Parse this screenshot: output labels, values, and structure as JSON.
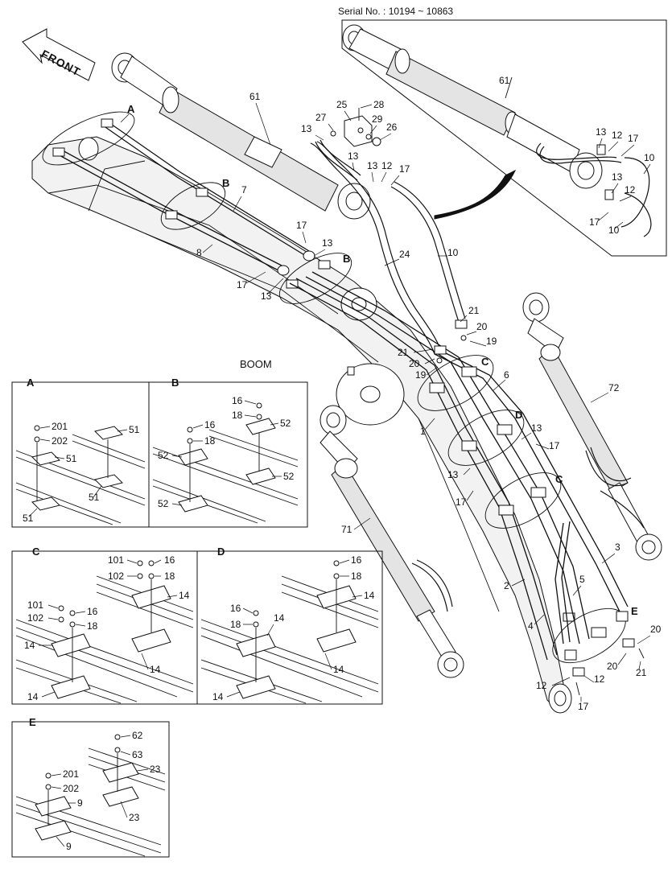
{
  "serial": "Serial No. : 10194 ~ 10863",
  "front_label": "FRONT",
  "boom_label": "BOOM",
  "callouts": [
    "1",
    "2",
    "3",
    "4",
    "5",
    "6",
    "7",
    "8",
    "9",
    "10",
    "12",
    "13",
    "16",
    "17",
    "18",
    "19",
    "20",
    "21",
    "24",
    "25",
    "26",
    "27",
    "28",
    "29",
    "51",
    "52",
    "61",
    "62",
    "63",
    "71",
    "72",
    "101",
    "102",
    "201",
    "202",
    "23",
    "14",
    "A",
    "B",
    "C",
    "D",
    "E"
  ],
  "details": [
    {
      "title": "A",
      "labels": [
        "201",
        "202",
        "51",
        "51",
        "51",
        "51"
      ]
    },
    {
      "title": "B",
      "labels": [
        "16",
        "18",
        "52",
        "16",
        "18",
        "52",
        "52",
        "52"
      ]
    },
    {
      "title": "C",
      "labels": [
        "101",
        "102",
        "16",
        "18",
        "14",
        "101",
        "102",
        "16",
        "18",
        "14",
        "14",
        "14"
      ]
    },
    {
      "title": "D",
      "labels": [
        "16",
        "18",
        "14",
        "16",
        "18",
        "14",
        "14",
        "14"
      ]
    },
    {
      "title": "E",
      "labels": [
        "62",
        "63",
        "23",
        "201",
        "202",
        "9",
        "23",
        "9"
      ]
    }
  ]
}
